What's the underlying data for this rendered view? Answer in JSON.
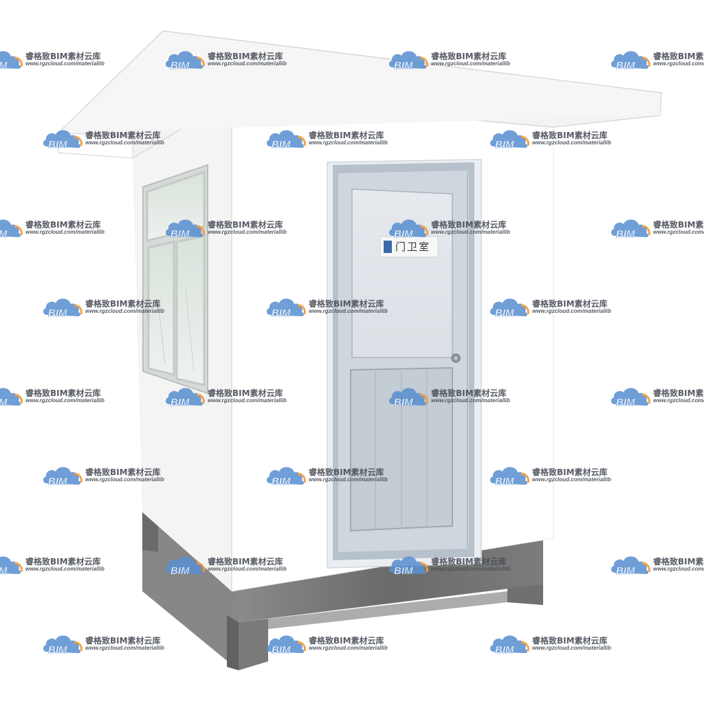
{
  "door_sign": {
    "text": "门卫室",
    "logo": "sign-logo"
  },
  "watermark": {
    "logo_text": "BIM",
    "name": "睿格致BIM素材云库",
    "url": "www.rgzcloud.com/materiallib"
  },
  "colors": {
    "wall_front": "#ffffff",
    "wall_side": "#f2f2f2",
    "roof": "#efefef",
    "base": "#6e6e6e",
    "door_frame": "#b8c0c8",
    "door_panel": "#c9d1d9",
    "glass": "#dfe6e2",
    "watermark_blue": "#5b8fd0",
    "watermark_orange": "#f29a3a"
  }
}
